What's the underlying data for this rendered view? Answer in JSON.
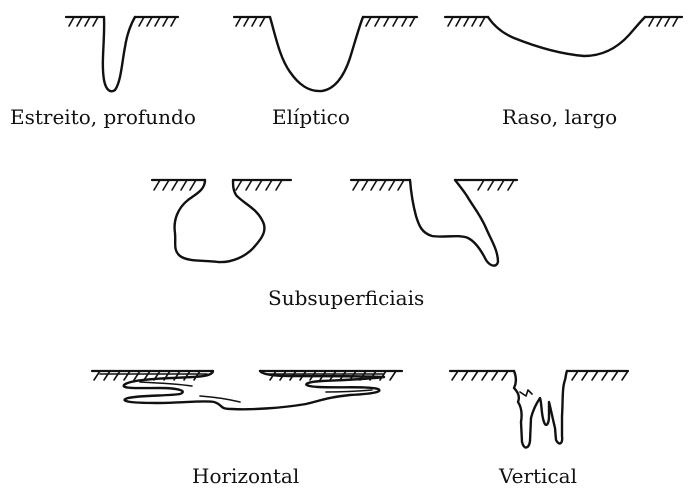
{
  "labels": {
    "narrow_deep": "Estreito, profundo",
    "elliptical": "Elíptico",
    "shallow_wide": "Raso, largo",
    "subsurface": "Subsuperficiais",
    "horizontal": "Horizontal",
    "vertical": "Vertical"
  },
  "colors": {
    "ink": "#111111",
    "background": "#ffffff"
  }
}
